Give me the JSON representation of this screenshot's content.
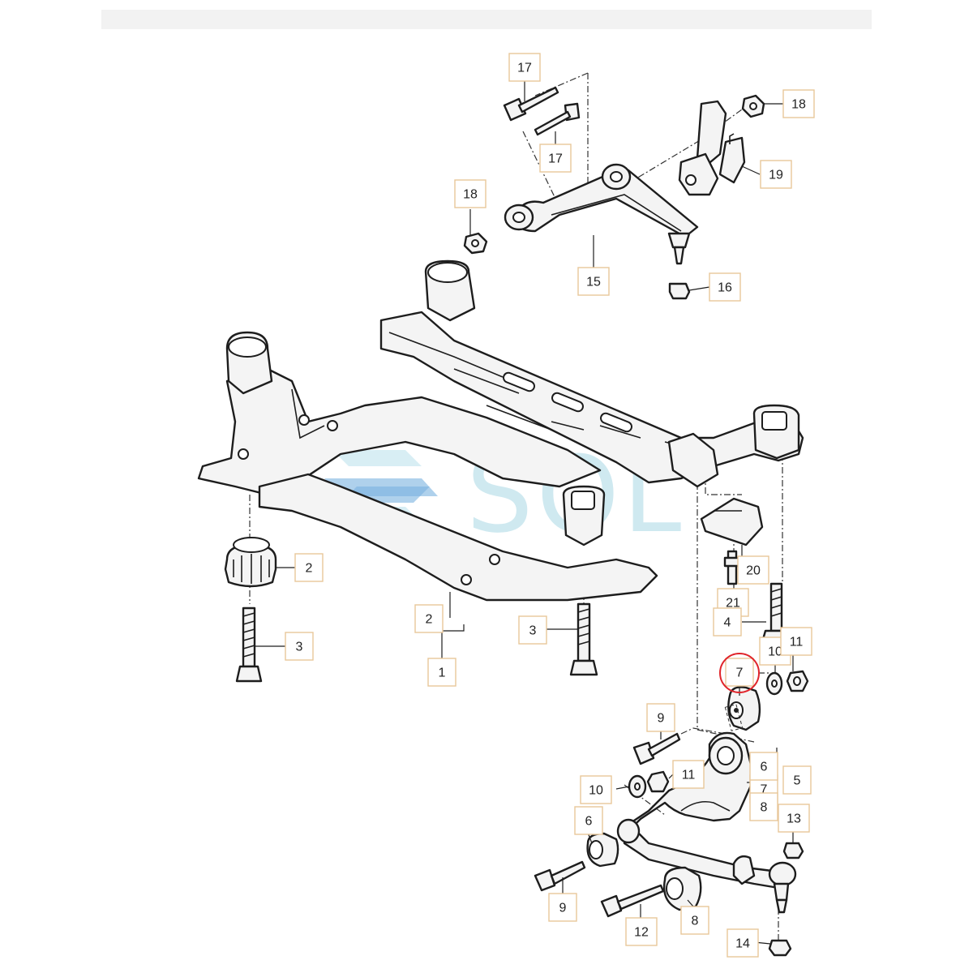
{
  "watermark": {
    "text": "SOL"
  },
  "colors": {
    "callout_border": "#e8c79a",
    "highlight_circle": "#e0242a",
    "watermark": "#bfe2ec"
  },
  "callouts": [
    {
      "id": "c17a",
      "label": "17"
    },
    {
      "id": "c17b",
      "label": "17"
    },
    {
      "id": "c18a",
      "label": "18"
    },
    {
      "id": "c18b",
      "label": "18"
    },
    {
      "id": "c19",
      "label": "19"
    },
    {
      "id": "c15",
      "label": "15"
    },
    {
      "id": "c16",
      "label": "16"
    },
    {
      "id": "c2a",
      "label": "2"
    },
    {
      "id": "c3a",
      "label": "3"
    },
    {
      "id": "c2b",
      "label": "2"
    },
    {
      "id": "c1",
      "label": "1"
    },
    {
      "id": "c3b",
      "label": "3"
    },
    {
      "id": "c20",
      "label": "20"
    },
    {
      "id": "c21",
      "label": "21"
    },
    {
      "id": "c4",
      "label": "4"
    },
    {
      "id": "c10a",
      "label": "10"
    },
    {
      "id": "c11a",
      "label": "11"
    },
    {
      "id": "c7a",
      "label": "7"
    },
    {
      "id": "c9a",
      "label": "9"
    },
    {
      "id": "c11b",
      "label": "11"
    },
    {
      "id": "c10b",
      "label": "10"
    },
    {
      "id": "c6a",
      "label": "6"
    },
    {
      "id": "c7b",
      "label": "7"
    },
    {
      "id": "c8a",
      "label": "8"
    },
    {
      "id": "c5",
      "label": "5"
    },
    {
      "id": "c6b",
      "label": "6"
    },
    {
      "id": "c13",
      "label": "13"
    },
    {
      "id": "c9b",
      "label": "9"
    },
    {
      "id": "c12",
      "label": "12"
    },
    {
      "id": "c8b",
      "label": "8"
    },
    {
      "id": "c14",
      "label": "14"
    }
  ]
}
